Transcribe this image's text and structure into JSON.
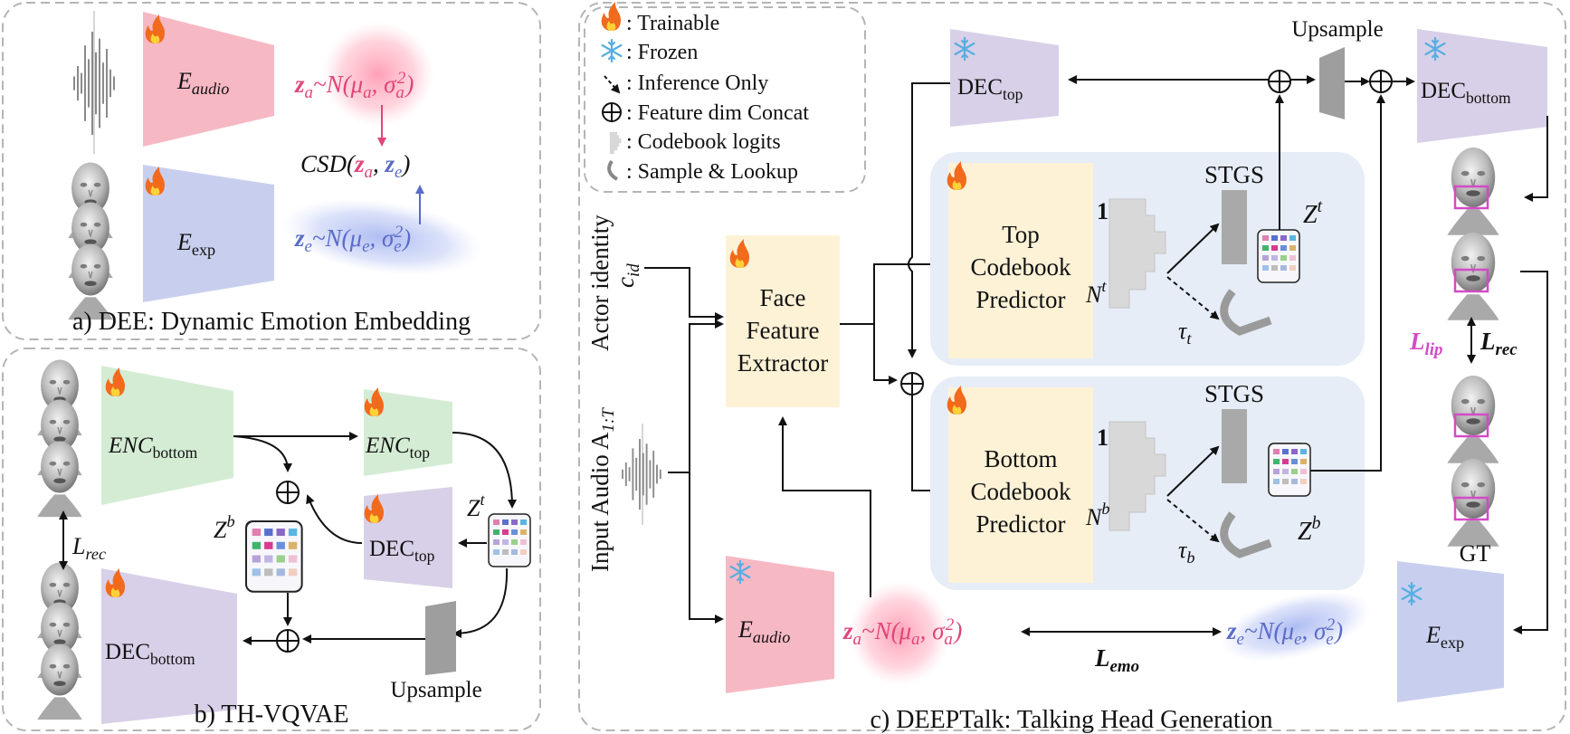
{
  "panels": {
    "a_caption": "a) DEE: Dynamic Emotion Embedding",
    "b_caption": "b) TH-VQVAE",
    "c_caption": "c) DEEPTalk: Talking Head Generation"
  },
  "legend": {
    "trainable": ": Trainable",
    "frozen": ": Frozen",
    "inference": ": Inference Only",
    "concat": ": Feature dim Concat",
    "logits": ": Codebook logits",
    "sample": ": Sample & Lookup"
  },
  "panel_a": {
    "e_audio": "E",
    "e_audio_sub": "audio",
    "e_exp": "E",
    "e_exp_sub": "exp",
    "za_prefix": "z",
    "za_sub": "a",
    "za_rest": "~N(μ",
    "za_mu_sub": "a",
    "za_sigma": ", σ",
    "za_sigma_sub": "a",
    "za_sigma_sup": "2",
    "za_close": ")",
    "ze_prefix": "z",
    "ze_sub": "e",
    "ze_rest": "~N(μ",
    "ze_mu_sub": "e",
    "ze_sigma": ", σ",
    "ze_sigma_sub": "e",
    "ze_sigma_sup": "2",
    "ze_close": ")",
    "csd": "CSD(",
    "csd_comma": ", ",
    "csd_close": ")"
  },
  "panel_b": {
    "enc_bottom": "ENC",
    "enc_bottom_sub": "bottom",
    "enc_top": "ENC",
    "enc_top_sub": "top",
    "dec_top": "DEC",
    "dec_top_sub": "top",
    "dec_bottom": "DEC",
    "dec_bottom_sub": "bottom",
    "zt": "Z",
    "zt_sup": "t",
    "zb": "Z",
    "zb_sup": "b",
    "l_rec": "L",
    "l_rec_sub": "rec",
    "upsample": "Upsample"
  },
  "panel_c": {
    "actor_identity": "Actor identity",
    "c_id": "c",
    "c_id_sub": "id",
    "input_audio": "Input Audio A",
    "input_audio_sub": "1:T",
    "face_line1": "Face",
    "face_line2": "Feature",
    "face_line3": "Extractor",
    "top_line1": "Top",
    "top_line2": "Codebook",
    "top_line3": "Predictor",
    "bottom_line1": "Bottom",
    "bottom_line2": "Codebook",
    "bottom_line3": "Predictor",
    "stgs": "STGS",
    "one": "1",
    "nt": "N",
    "nt_sup": "t",
    "nb": "N",
    "nb_sup": "b",
    "tau_t": "τ",
    "tau_t_sub": "t",
    "tau_b": "τ",
    "tau_b_sub": "b",
    "zt": "Z",
    "zt_sup": "t",
    "zb": "Z",
    "zb_sup": "b",
    "dec_top": "DEC",
    "dec_top_sub": "top",
    "dec_bottom": "DEC",
    "dec_bottom_sub": "bottom",
    "upsample": "Upsample",
    "e_audio": "E",
    "e_audio_sub": "audio",
    "e_exp": "E",
    "e_exp_sub": "exp",
    "l_lip": "L",
    "l_lip_sub": "lip",
    "l_rec": "L",
    "l_rec_sub": "rec",
    "l_emo": "L",
    "l_emo_sub": "emo",
    "gt": "GT"
  },
  "colors": {
    "audio": "#f6b9c4",
    "exp": "#c8cfee",
    "enc": "#d4ecd4",
    "dec": "#d8d0e8",
    "face": "#fdf2d6",
    "predictor_bg": "#e6edf7",
    "pink": "#e0457a",
    "blue": "#5a6bc8",
    "magenta": "#d24bc6"
  }
}
